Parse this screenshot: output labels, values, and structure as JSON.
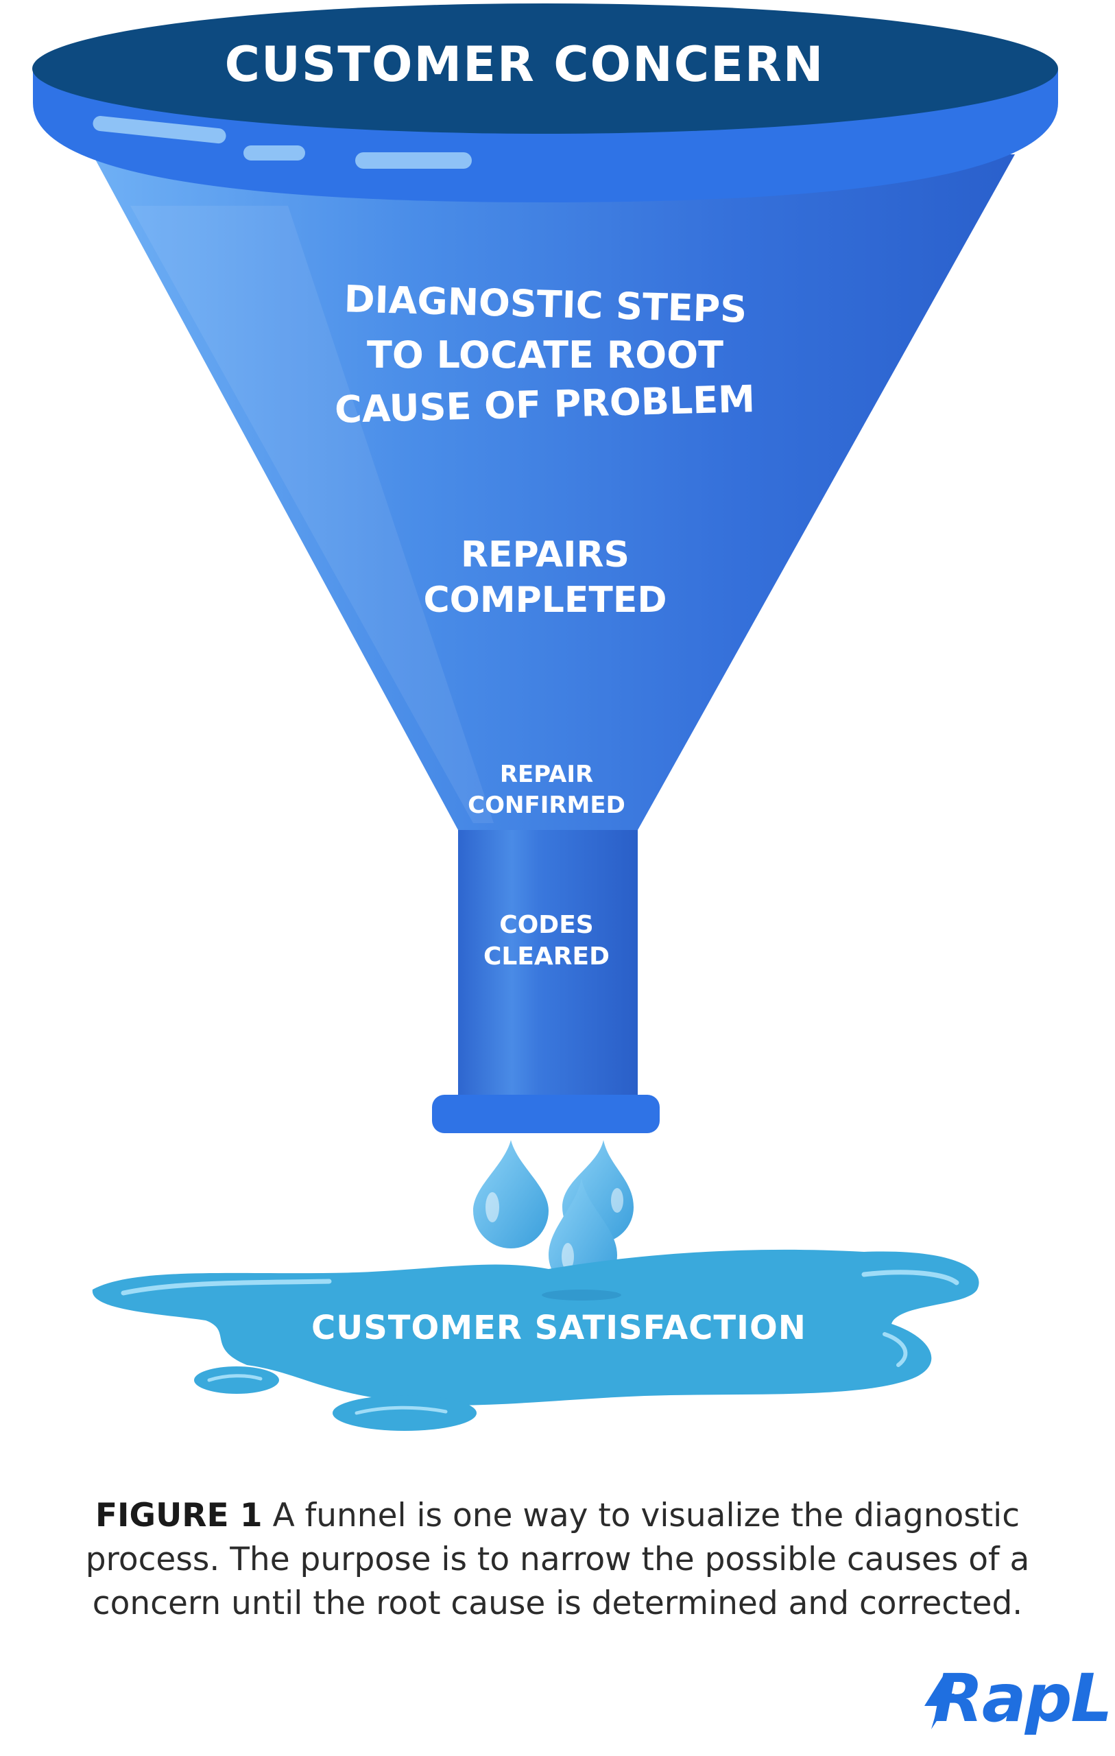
{
  "funnel": {
    "title": "CUSTOMER CONCERN",
    "stage_diagnostic": [
      "DIAGNOSTIC STEPS",
      "TO LOCATE ROOT",
      "CAUSE OF PROBLEM"
    ],
    "stage_repairs": [
      "REPAIRS",
      "COMPLETED"
    ],
    "stage_confirmed": [
      "REPAIR",
      "CONFIRMED"
    ],
    "stage_codes": [
      "CODES",
      "CLEARED"
    ],
    "outcome": "CUSTOMER SATISFACTION"
  },
  "caption": {
    "label": "FIGURE 1",
    "text": " A funnel is one way to visualize the diagnostic process. The purpose is to narrow the possible causes of a concern until the root cause is determined and corrected."
  },
  "logo": {
    "text": "RapL"
  },
  "colors": {
    "rim_top": "#0d4a80",
    "rim_band": "#2e74e8",
    "cone": "#3d7fe0",
    "spout": "#2f6ad0",
    "water": "#3aa9dc",
    "drop": "#57b6ea"
  }
}
